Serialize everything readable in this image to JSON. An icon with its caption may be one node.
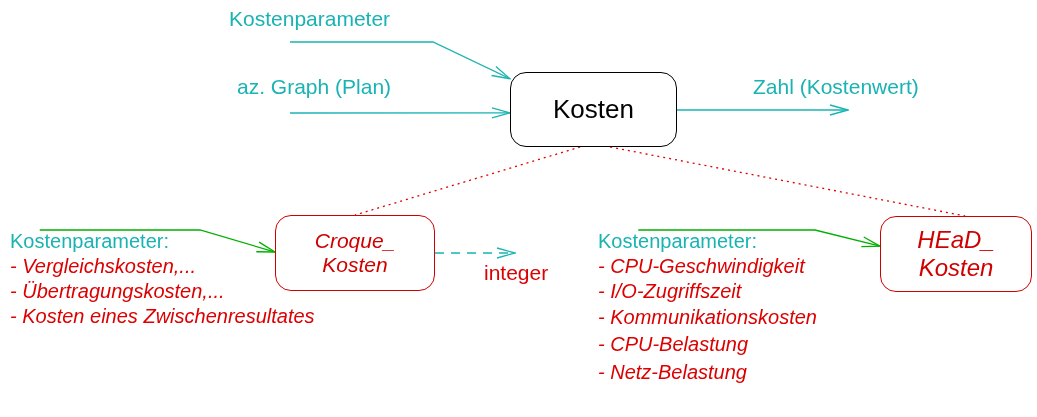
{
  "diagram": {
    "nodes": [
      {
        "text": [
          "Kosten"
        ]
      },
      {
        "text": [
          "Croque_ Kosten"
        ]
      },
      {
        "text": [
          "HEaD_ Kosten"
        ]
      },
      {
        "text": [
          "Kostenparameter:"
        ]
      },
      {
        "text": [
          "Kostenparameter:"
        ]
      }
    ],
    "edges": [
      {
        "from": null,
        "to": 0,
        "arrow": "to",
        "label": "Kostenparameter"
      },
      {
        "from": null,
        "to": 0,
        "arrow": "to",
        "label": "az. Graph (Plan)"
      },
      {
        "from": 0,
        "to": null,
        "arrow": "to",
        "label": "Zahl (Kostenwert)"
      },
      {
        "from": 0,
        "to": 1,
        "arrow": "none",
        "style": "dashed",
        "color": "#e00000"
      },
      {
        "from": 0,
        "to": 2,
        "arrow": "none",
        "style": "dashed",
        "color": "#e00000"
      },
      {
        "from": 3,
        "to": 1,
        "arrow": "to",
        "color": "#00b000"
      },
      {
        "from": 4,
        "to": 2,
        "arrow": "to",
        "color": "#00b000"
      },
      {
        "from": 1,
        "to": null,
        "arrow": "to",
        "style": "dashed",
        "label": "integer"
      }
    ],
    "labels": [
      "- Vergleichskosten,...",
      "- Übertragungskosten,...",
      "- Kosten eines Zwischenresultates",
      "- CPU-Geschwindigkeit",
      "- I/O-Zugriffszeit",
      "- Kommunikationskosten",
      "- CPU-Belastung",
      "- Netz-Belastung"
    ]
  }
}
